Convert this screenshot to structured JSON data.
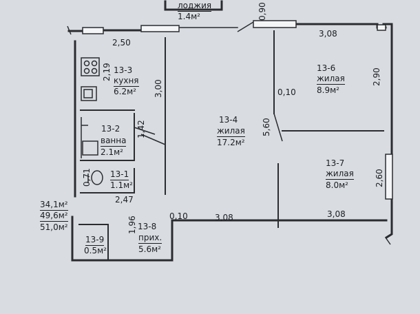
{
  "plan": {
    "rooms": [
      {
        "id": "loggia",
        "name": "лоджия",
        "area": "1.4м²"
      },
      {
        "id": "13-3",
        "number": "13-3",
        "name": "кухня",
        "area": "6.2м²"
      },
      {
        "id": "13-2",
        "number": "13-2",
        "name": "ванна",
        "area": "2.1м²"
      },
      {
        "id": "13-1",
        "number": "13-1",
        "area": "1.1м²"
      },
      {
        "id": "13-4",
        "number": "13-4",
        "name": "жилая",
        "area": "17.2м²"
      },
      {
        "id": "13-6",
        "number": "13-6",
        "name": "жилая",
        "area": "8.9м²"
      },
      {
        "id": "13-7",
        "number": "13-7",
        "name": "жилая",
        "area": "8.0м²"
      },
      {
        "id": "13-8",
        "number": "13-8",
        "name": "прих.",
        "area": "5.6м²"
      },
      {
        "id": "13-9",
        "number": "13-9",
        "area": "0.5м²"
      }
    ],
    "dimensions": {
      "d1": "2,50",
      "d2": "0,90",
      "d3": "3,08",
      "d4": "2,19",
      "d5": "3,00",
      "d6": "0,10",
      "d7": "2,90",
      "d8": "5,60",
      "d9": "1,42",
      "d10": "0,71",
      "d11": "2,60",
      "d12": "2,47",
      "d13": "1,96",
      "d14": "0,10",
      "d15": "3,08",
      "d16": "3,08"
    },
    "totals": {
      "living": "34,1м²",
      "usable": "49,6м²",
      "total": "51,0м²"
    }
  },
  "colors": {
    "background": "#d9dde2",
    "wall": "#2a2c30",
    "window_fill": "#f4f5f6",
    "text": "#1b1d22"
  }
}
